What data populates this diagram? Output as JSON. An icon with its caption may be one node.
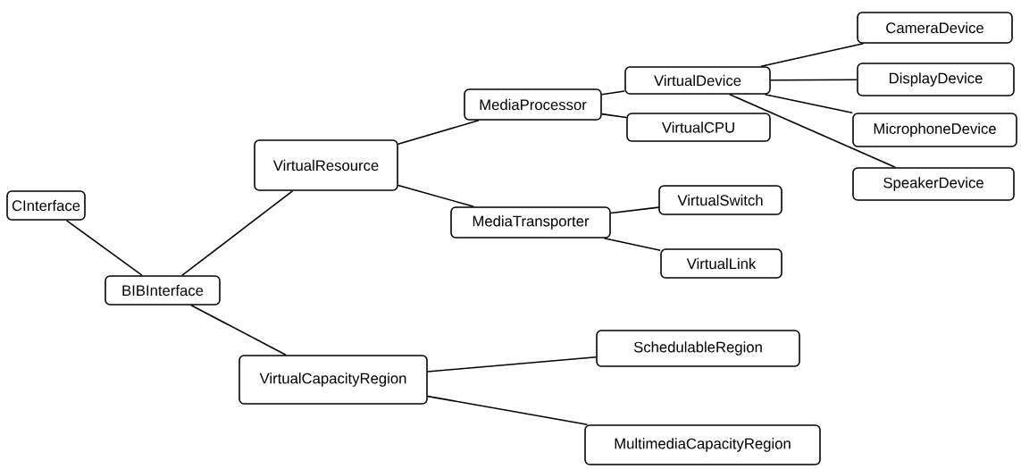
{
  "diagram": {
    "nodes": [
      {
        "text": [
          "CInterface"
        ]
      },
      {
        "text": [
          "BIBInterface"
        ]
      },
      {
        "text": [
          "VirtualResource"
        ]
      },
      {
        "text": [
          "VirtualCapacityRegion"
        ]
      },
      {
        "text": [
          "MediaProcessor"
        ]
      },
      {
        "text": [
          "MediaTransporter"
        ]
      },
      {
        "text": [
          "VirtualDevice"
        ]
      },
      {
        "text": [
          "VirtualCPU"
        ]
      },
      {
        "text": [
          "VirtualSwitch"
        ]
      },
      {
        "text": [
          "VirtualLink"
        ]
      },
      {
        "text": [
          "CameraDevice"
        ]
      },
      {
        "text": [
          "DisplayDevice"
        ]
      },
      {
        "text": [
          "MicrophoneDevice"
        ]
      },
      {
        "text": [
          "SpeakerDevice"
        ]
      },
      {
        "text": [
          "SchedulableRegion"
        ]
      },
      {
        "text": [
          "MultimediaCapacityRegion"
        ]
      }
    ],
    "edges": [
      {
        "from": 0,
        "to": 1,
        "arrow": "none"
      },
      {
        "from": 1,
        "to": 2,
        "arrow": "none"
      },
      {
        "from": 1,
        "to": 3,
        "arrow": "none"
      },
      {
        "from": 2,
        "to": 4,
        "arrow": "none"
      },
      {
        "from": 2,
        "to": 5,
        "arrow": "none"
      },
      {
        "from": 4,
        "to": 6,
        "arrow": "none"
      },
      {
        "from": 4,
        "to": 7,
        "arrow": "none"
      },
      {
        "from": 5,
        "to": 8,
        "arrow": "none"
      },
      {
        "from": 5,
        "to": 9,
        "arrow": "none"
      },
      {
        "from": 6,
        "to": 10,
        "arrow": "none"
      },
      {
        "from": 6,
        "to": 11,
        "arrow": "none"
      },
      {
        "from": 6,
        "to": 12,
        "arrow": "none"
      },
      {
        "from": 6,
        "to": 13,
        "arrow": "none"
      },
      {
        "from": 3,
        "to": 14,
        "arrow": "none"
      },
      {
        "from": 3,
        "to": 15,
        "arrow": "none"
      }
    ]
  }
}
